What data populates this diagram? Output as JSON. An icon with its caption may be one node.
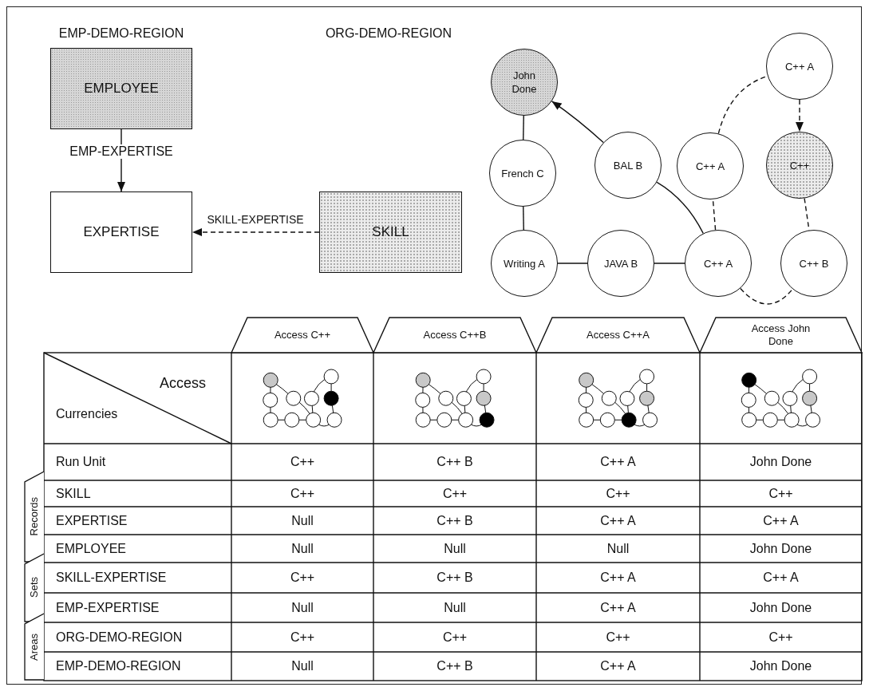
{
  "diagram": {
    "nodes": [
      {
        "text": [
          "EMPLOYEE"
        ]
      },
      {
        "text": [
          "EXPERTISE"
        ]
      },
      {
        "text": [
          "SKILL"
        ]
      },
      {
        "text": [
          "John Done"
        ]
      },
      {
        "text": [
          "French C"
        ]
      },
      {
        "text": [
          "BAL B"
        ]
      },
      {
        "text": [
          "C++ A"
        ]
      },
      {
        "text": [
          "C++ A"
        ]
      },
      {
        "text": [
          "C++"
        ]
      },
      {
        "text": [
          "Writing A"
        ]
      },
      {
        "text": [
          "JAVA B"
        ]
      },
      {
        "text": [
          "C++ A"
        ]
      },
      {
        "text": [
          "C++ B"
        ]
      }
    ],
    "edges": [
      {
        "from": 0,
        "to": 1,
        "arrow": "to",
        "label": "EMP-EXPERTISE"
      },
      {
        "from": 2,
        "to": 1,
        "arrow": "to",
        "label": "SKILL-EXPERTISE",
        "style": "dashed"
      },
      {
        "from": 3,
        "to": 4,
        "arrow": "none"
      },
      {
        "from": 4,
        "to": 9,
        "arrow": "none"
      },
      {
        "from": 9,
        "to": 10,
        "arrow": "none"
      },
      {
        "from": 10,
        "to": 11,
        "arrow": "none"
      },
      {
        "from": 11,
        "to": 5,
        "arrow": "none"
      },
      {
        "from": 5,
        "to": 3,
        "arrow": "to"
      },
      {
        "from": 11,
        "to": 7,
        "arrow": "none",
        "style": "dashed"
      },
      {
        "from": 7,
        "to": 6,
        "arrow": "none",
        "style": "dashed"
      },
      {
        "from": 6,
        "to": 8,
        "arrow": "to",
        "style": "dashed"
      },
      {
        "from": 8,
        "to": 12,
        "arrow": "none",
        "style": "dashed"
      },
      {
        "from": 11,
        "to": 12,
        "arrow": "none",
        "style": "dashed"
      }
    ],
    "labels": [
      "EMP-DEMO-REGION",
      "ORG-DEMO-REGION",
      "Access C++",
      "Access C++B",
      "Access C++A",
      "Access John Done",
      "Access",
      "Currencies",
      "Run Unit",
      "C++",
      "C++ B",
      "C++ A",
      "John Done",
      "SKILL",
      "C++",
      "C++",
      "C++",
      "C++",
      "EXPERTISE",
      "Null",
      "C++ B",
      "C++ A",
      "C++ A",
      "EMPLOYEE",
      "Null",
      "Null",
      "Null",
      "John Done",
      "SKILL-EXPERTISE",
      "C++",
      "C++ B",
      "C++ A",
      "C++ A",
      "EMP-EXPERTISE",
      "Null",
      "Null",
      "C++ A",
      "John Done",
      "ORG-DEMO-REGION",
      "C++",
      "C++",
      "C++",
      "C++",
      "EMP-DEMO-REGION",
      "Null",
      "C++ B",
      "C++ A",
      "John Done",
      "Records",
      "Sets",
      "Areas"
    ]
  }
}
